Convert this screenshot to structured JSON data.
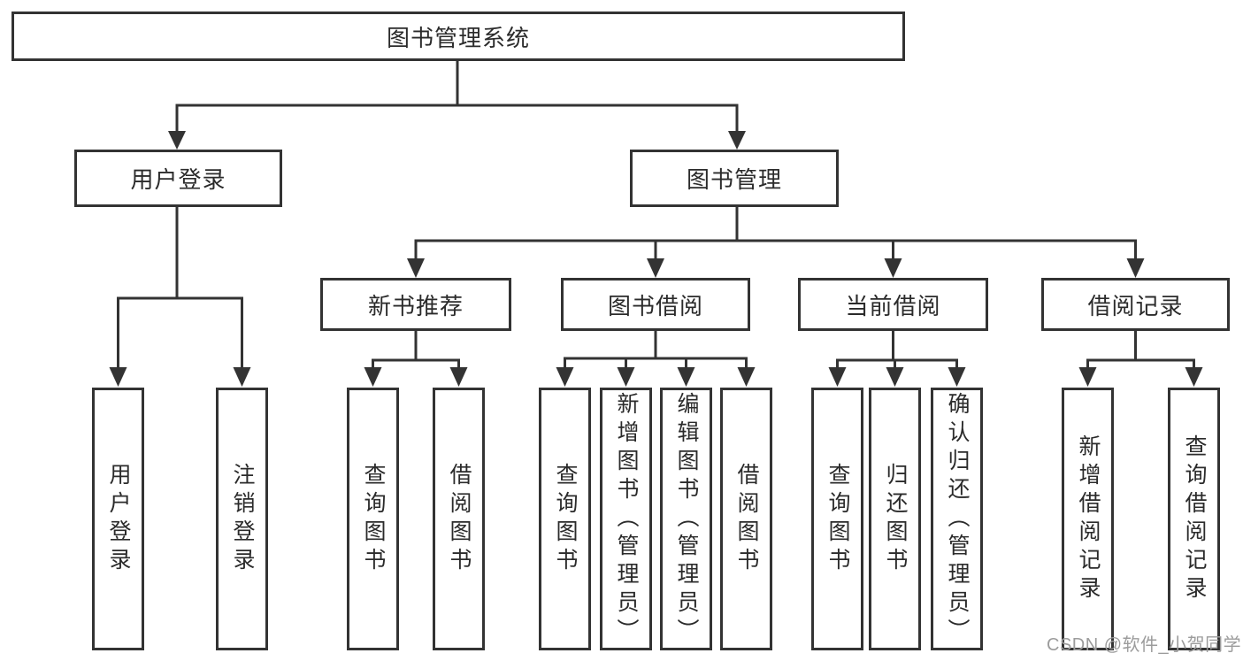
{
  "diagram": {
    "root": {
      "label": "图书管理系统"
    },
    "level2": [
      {
        "id": "user-login",
        "label": "用户登录"
      },
      {
        "id": "book-mgmt",
        "label": "图书管理"
      }
    ],
    "level3": [
      {
        "id": "new-book-recommend",
        "parent": "图书管理",
        "label": "新书推荐"
      },
      {
        "id": "book-borrow",
        "parent": "图书管理",
        "label": "图书借阅"
      },
      {
        "id": "current-borrow",
        "parent": "图书管理",
        "label": "当前借阅"
      },
      {
        "id": "borrow-records",
        "parent": "图书管理",
        "label": "借阅记录"
      }
    ],
    "level4": [
      {
        "parent": "用户登录",
        "label": "用户登录"
      },
      {
        "parent": "用户登录",
        "label": "注销登录"
      },
      {
        "parent": "新书推荐",
        "label": "查询图书"
      },
      {
        "parent": "新书推荐",
        "label": "借阅图书"
      },
      {
        "parent": "图书借阅",
        "label": "查询图书"
      },
      {
        "parent": "图书借阅",
        "label": "新增图书（管理员）"
      },
      {
        "parent": "图书借阅",
        "label": "编辑图书（管理员）"
      },
      {
        "parent": "图书借阅",
        "label": "借阅图书"
      },
      {
        "parent": "当前借阅",
        "label": "查询图书"
      },
      {
        "parent": "当前借阅",
        "label": "归还图书"
      },
      {
        "parent": "当前借阅",
        "label": "确认归还（管理员）"
      },
      {
        "parent": "借阅记录",
        "label": "新增借阅记录"
      },
      {
        "parent": "借阅记录",
        "label": "查询借阅记录"
      }
    ],
    "watermark": "CSDN @软件_小贺同学",
    "colors": {
      "line": "#333333",
      "text": "#2b2b2b",
      "watermark": "#9c9c9c",
      "background": "#ffffff"
    }
  }
}
